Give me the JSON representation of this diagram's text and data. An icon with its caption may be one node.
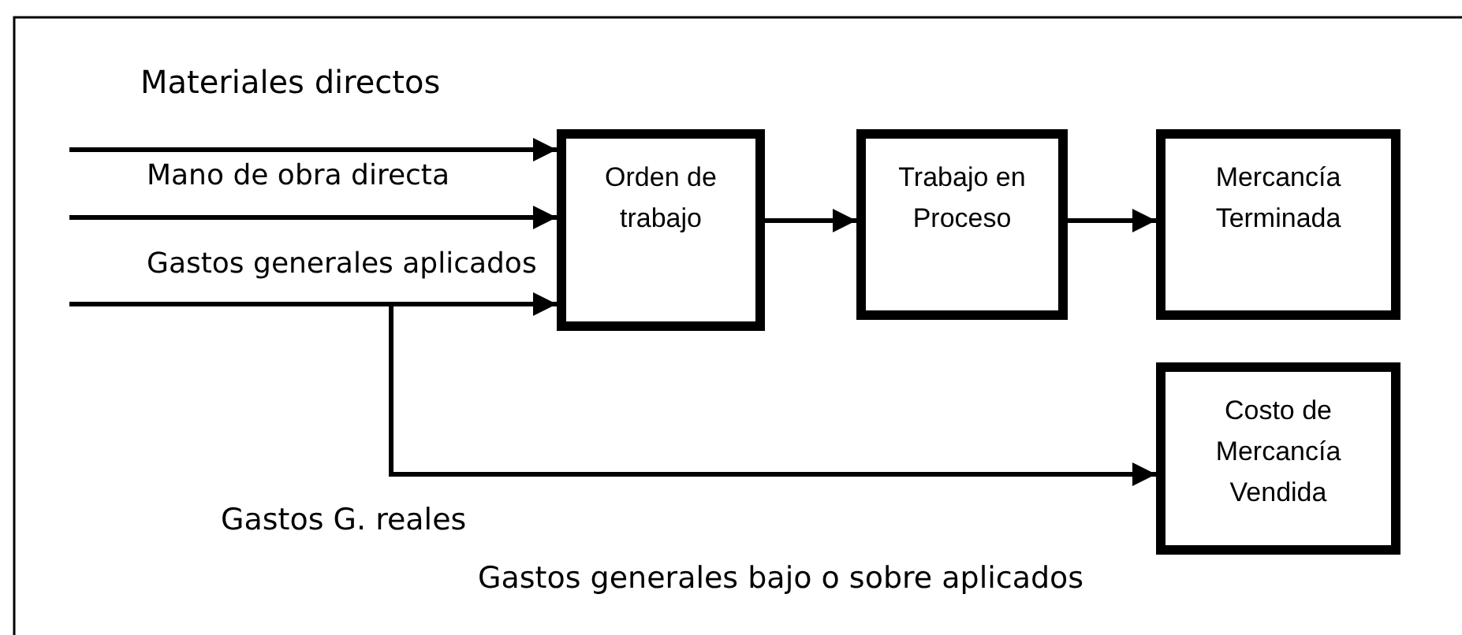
{
  "diagram": {
    "nodes": [
      {
        "text": [
          "Orden de trabajo"
        ]
      },
      {
        "text": [
          "Trabajo en Proceso"
        ]
      },
      {
        "text": [
          "Mercancía Terminada"
        ]
      },
      {
        "text": [
          "Costo de Mercancía Vendida"
        ]
      }
    ],
    "edges": [
      {
        "from": null,
        "to": 0,
        "arrow": "to",
        "label": "Materiales directos"
      },
      {
        "from": null,
        "to": 0,
        "arrow": "to",
        "label": "Mano de obra directa"
      },
      {
        "from": null,
        "to": 0,
        "arrow": "to",
        "label": "Gastos generales aplicados"
      },
      {
        "from": 0,
        "to": 1,
        "arrow": "to"
      },
      {
        "from": 1,
        "to": 2,
        "arrow": "to"
      },
      {
        "from": null,
        "to": 3,
        "arrow": "to"
      }
    ],
    "labels": [
      "Gastos G. reales",
      "Gastos generales bajo o sobre aplicados"
    ]
  }
}
